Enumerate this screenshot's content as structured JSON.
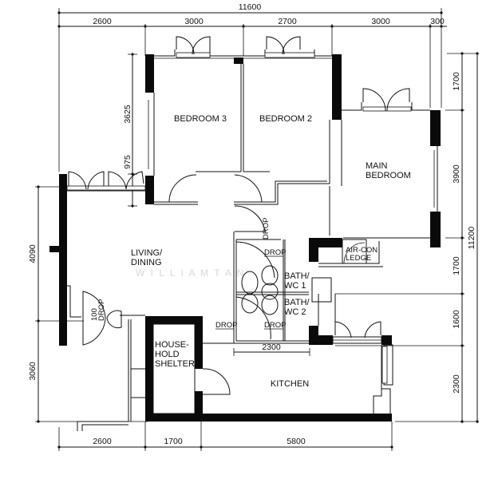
{
  "plan": {
    "type": "floor-plan",
    "units": "mm",
    "watermark": "W  I  L  L  I  A  M     T  A  N",
    "overall": {
      "width": "11600",
      "depth": "11200"
    },
    "top_dimensions": [
      "2600",
      "3000",
      "2700",
      "3000",
      "300"
    ],
    "bottom_dimensions": [
      "2600",
      "1700",
      "5800"
    ],
    "right_dimensions": [
      "1700",
      "3900",
      "1700",
      "1600",
      "2300"
    ],
    "left_dimensions": [
      "3625",
      "975",
      "4090",
      "3060"
    ],
    "internal_dimensions": [
      "2300"
    ],
    "rooms": {
      "bedroom3": "BEDROOM  3",
      "bedroom2": "BEDROOM  2",
      "main_bedroom_l1": "MAIN",
      "main_bedroom_l2": "BEDROOM",
      "living_l1": "LIVING/",
      "living_l2": "DINING",
      "shelter_l1": "HOUSE-",
      "shelter_l2": "HOLD",
      "shelter_l3": "SHELTER",
      "kitchen": "KITCHEN",
      "bath1_l1": "BATH/",
      "bath1_l2": "WC  1",
      "bath2_l1": "BATH/",
      "bath2_l2": "WC  2",
      "aircon_l1": "AIR-CON",
      "aircon_l2": "LEDGE"
    },
    "annotations": {
      "drop": "DROP",
      "drop100_l1": "100",
      "drop100_l2": "DROP"
    }
  }
}
